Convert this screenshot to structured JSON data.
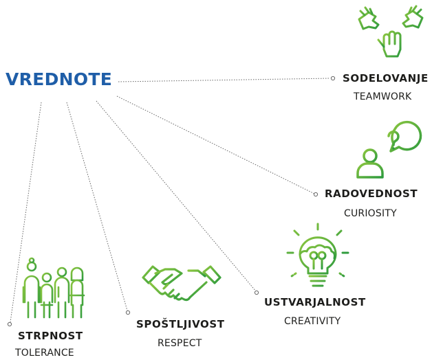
{
  "title": "VREDNOTE",
  "values": [
    {
      "name": "SODELOVANJE",
      "english": "TEAMWORK",
      "icon": "hands-teamwork-icon"
    },
    {
      "name": "RADOVEDNOST",
      "english": "CURIOSITY",
      "icon": "person-question-icon"
    },
    {
      "name": "USTVARJALNOST",
      "english": "CREATIVITY",
      "icon": "lightbulb-brain-icon"
    },
    {
      "name": "SPOŠTLJIVOST",
      "english": "RESPECT",
      "icon": "handshake-icon"
    },
    {
      "name": "STRPNOST",
      "english": "TOLERANCE",
      "icon": "group-people-icon"
    }
  ],
  "colors": {
    "title": "#1f5ea8",
    "icon_green_start": "#8cc63f",
    "icon_green_end": "#2e9b3e",
    "text": "#1d1d1b",
    "connector": "#666666"
  }
}
